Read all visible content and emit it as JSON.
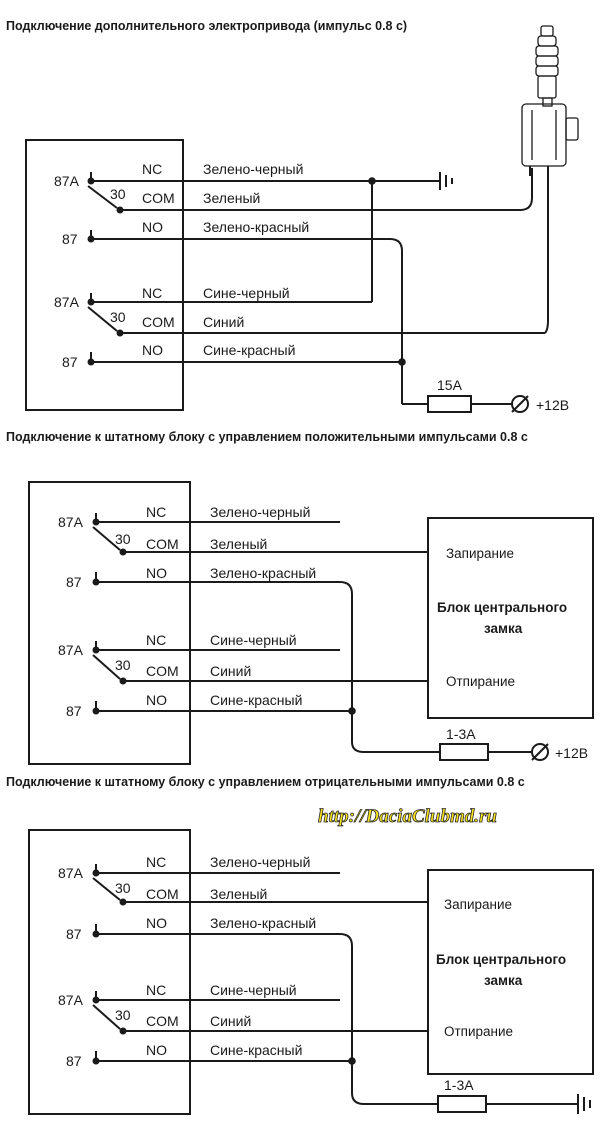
{
  "titles": {
    "s1": "Подключение дополнительного электропривода (импульс 0.8 с)",
    "s2": "Подключение к штатному блоку с управлением положительными импульсами 0.8 с",
    "s3": "Подключение к штатному блоку с управлением отрицательными импульсами 0.8 с"
  },
  "relay": {
    "nc": "NC",
    "com": "COM",
    "no": "NO",
    "p87a": "87A",
    "p30": "30",
    "p87": "87"
  },
  "wires": {
    "g_nc": "Зелено-черный",
    "g_com": "Зеленый",
    "g_no": "Зелено-красный",
    "b_nc": "Сине-черный",
    "b_com": "Синий",
    "b_no": "Сине-красный"
  },
  "fuse": {
    "s1": "15A",
    "s2": "1-3A",
    "s3": "1-3A"
  },
  "power": "+12В",
  "block": {
    "lock": "Запирание",
    "title1": "Блок центрального",
    "title2": "замка",
    "unlock": "Отпирание"
  },
  "watermark": "http://DaciaClubmd.ru"
}
